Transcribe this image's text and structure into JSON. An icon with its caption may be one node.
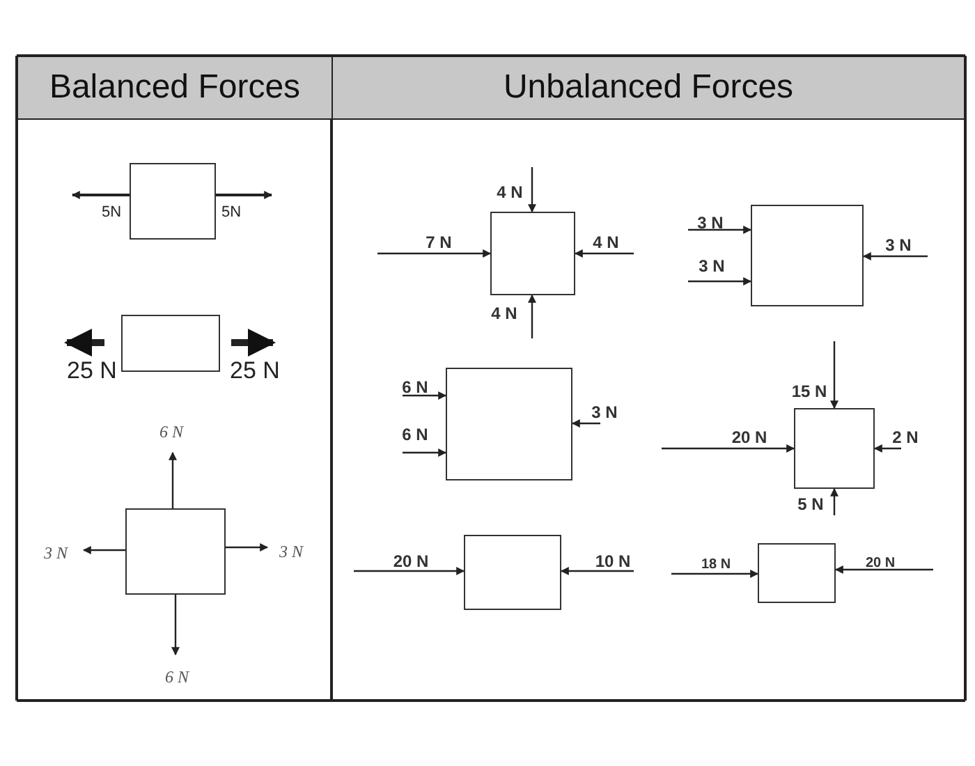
{
  "diagram": {
    "nodes": [
      {
        "text": [],
        "shape": "box"
      },
      {
        "text": [],
        "shape": "box"
      },
      {
        "text": [],
        "shape": "box"
      },
      {
        "text": [],
        "shape": "box"
      },
      {
        "text": [],
        "shape": "box"
      },
      {
        "text": [],
        "shape": "box"
      },
      {
        "text": [],
        "shape": "box"
      },
      {
        "text": [],
        "shape": "box"
      },
      {
        "text": [],
        "shape": "box"
      }
    ],
    "labels": [
      "Balanced Forces",
      "Unbalanced Forces",
      "5N",
      "5N",
      "25 N",
      "25 N",
      "6 N",
      "3 N",
      "3 N",
      "6 N",
      "4 N",
      "7 N",
      "4 N",
      "4 N",
      "3 N",
      "3 N",
      "3 N",
      "6 N",
      "6 N",
      "3 N",
      "15 N",
      "20 N",
      "2 N",
      "5 N",
      "20 N",
      "10 N",
      "18 N",
      "20 N"
    ]
  }
}
